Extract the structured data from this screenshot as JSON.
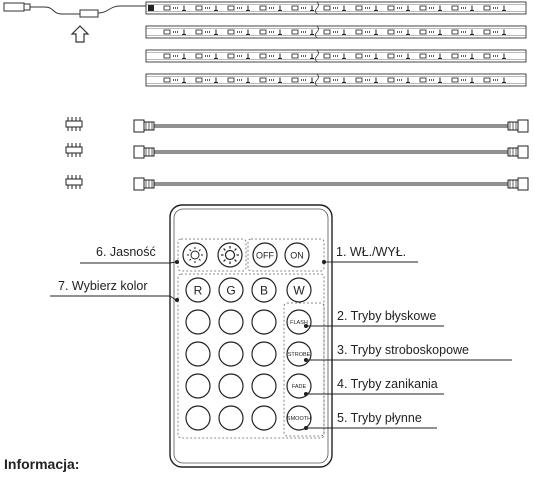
{
  "remote": {
    "buttons_row1": [
      "OFF",
      "ON"
    ],
    "buttons_color": [
      "R",
      "G",
      "B",
      "W"
    ],
    "mode_buttons": [
      "FLASH",
      "STROBE",
      "FADE",
      "SMOOTH"
    ]
  },
  "callouts": {
    "brightness": "6. Jasność",
    "color": "7. Wybierz kolor",
    "onoff": "1. WŁ./WYŁ.",
    "flash": "2. Tryby błyskowe",
    "strobe": "3. Tryby stroboskopowe",
    "fade": "4. Tryby zanikania",
    "smooth": "5. Tryby płynne"
  },
  "footer": {
    "title": "Informacja:"
  },
  "icons": {
    "usb": "usb-plug-icon",
    "arrow": "arrow-up-icon",
    "connector": "pin-connector-icon",
    "sun_dim": "brightness-down-icon",
    "sun_bright": "brightness-up-icon"
  }
}
